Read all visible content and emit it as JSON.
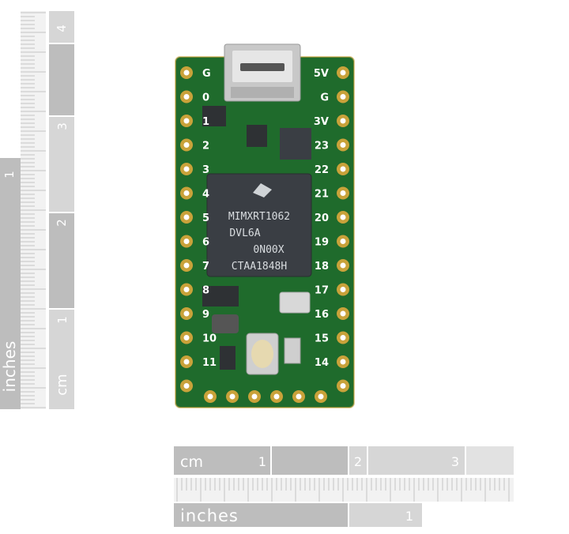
{
  "colors": {
    "pcb": "#1f6b2c",
    "ruler_dark": "#bdbdbd",
    "ruler_light": "#d6d6d6",
    "gold": "#c9a23a",
    "chip": "#3a3e44"
  },
  "vertical_ruler": {
    "inch_label": "inches",
    "inch_mark": "1",
    "cm_label": "cm",
    "cm_marks": [
      "1",
      "2",
      "3",
      "4"
    ]
  },
  "horizontal_ruler": {
    "cm_label": "cm",
    "cm_marks": [
      "1",
      "2",
      "3"
    ],
    "inch_label": "inches",
    "inch_mark": "1"
  },
  "board": {
    "chip_lines": [
      "MIMXRT1062",
      "DVL6A",
      "0N00X",
      "CTAA1848H"
    ],
    "left_pins": [
      "G",
      "0",
      "1",
      "2",
      "3",
      "4",
      "5",
      "6",
      "7",
      "8",
      "9",
      "10",
      "11"
    ],
    "right_pins": [
      "5V",
      "G",
      "3V",
      "23",
      "22",
      "21",
      "20",
      "19",
      "18",
      "17",
      "16",
      "15",
      "14"
    ]
  }
}
